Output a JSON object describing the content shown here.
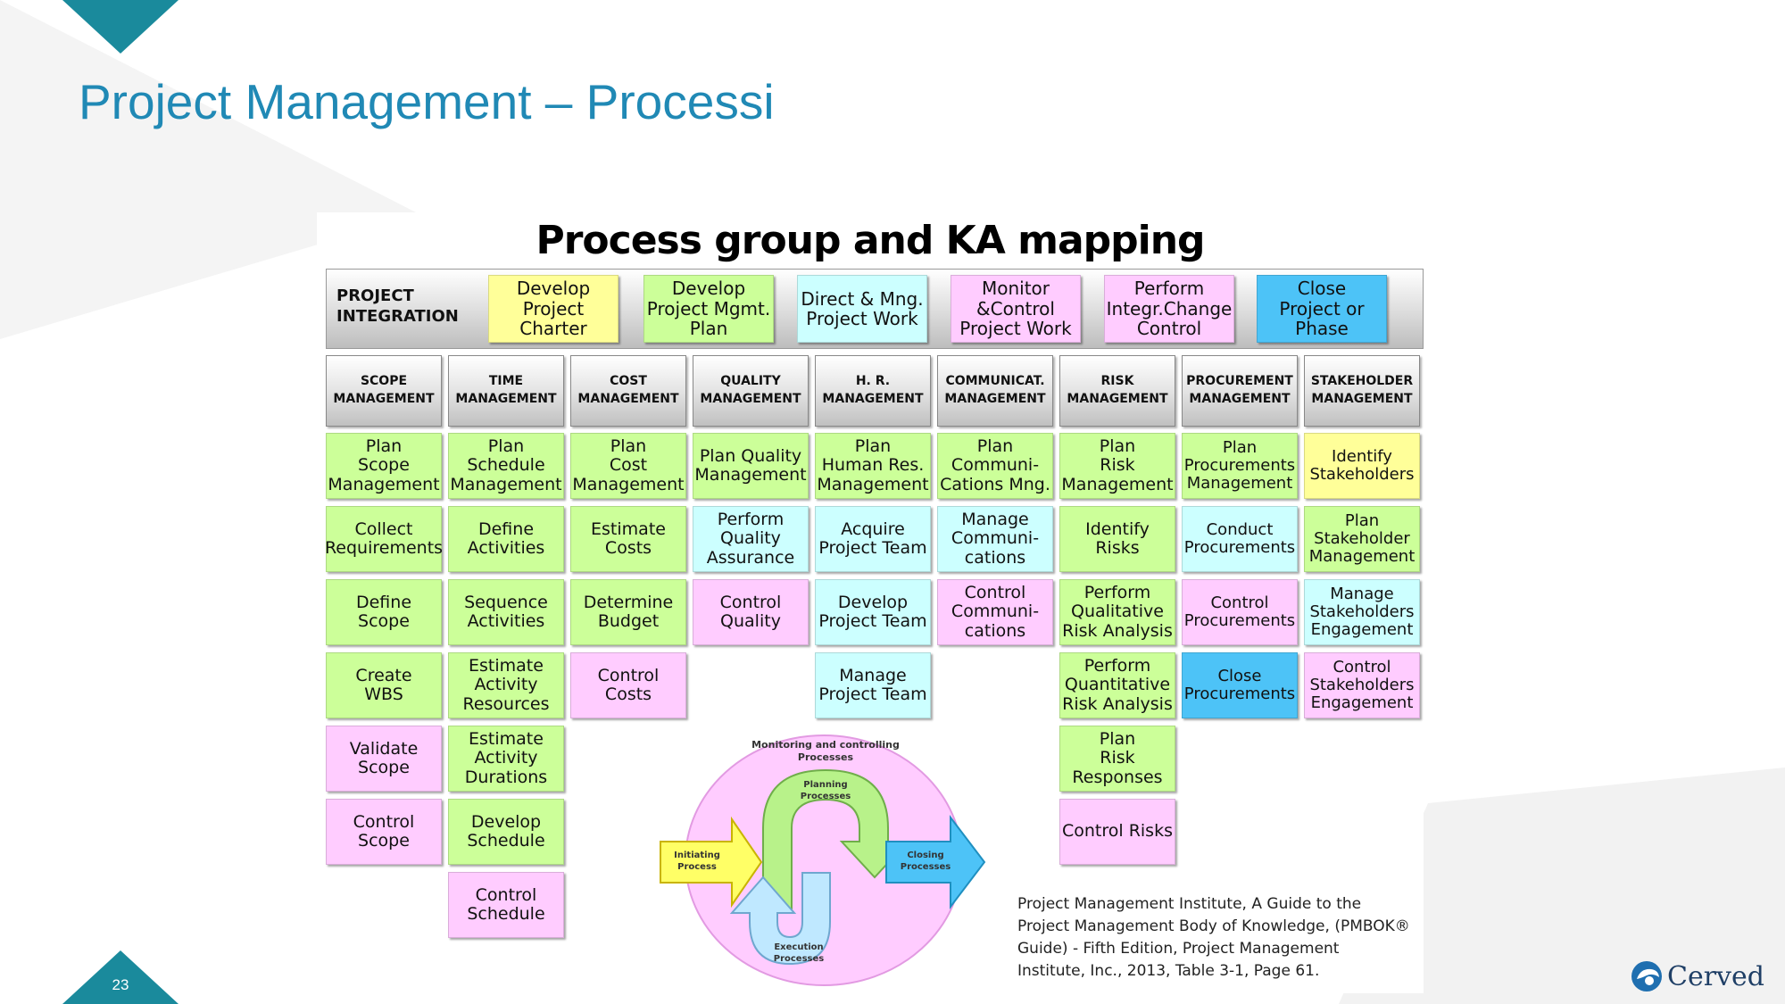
{
  "slide": {
    "title": "Project Management – Processi",
    "page_number": "23",
    "brand": "Cerved",
    "accent_color": "#1a8a9c",
    "title_color": "#2089b5"
  },
  "figure": {
    "title": "Process group and KA mapping",
    "integration": {
      "label": "PROJECT\nINTEGRATION",
      "items": [
        {
          "text": "Develop\nProject\nCharter",
          "color": "#ffff99"
        },
        {
          "text": "Develop\nProject Mgmt.\nPlan",
          "color": "#ccff99"
        },
        {
          "text": "Direct & Mng.\nProject Work",
          "color": "#ccffff"
        },
        {
          "text": "Monitor\n&Control\nProject Work",
          "color": "#ffccff"
        },
        {
          "text": "Perform\nIntegr.Change\nControl",
          "color": "#ffccff"
        },
        {
          "text": "Close\nProject or\nPhase",
          "color": "#4dc3f7"
        }
      ]
    },
    "knowledge_areas": [
      {
        "header": "SCOPE\nMANAGEMENT",
        "processes": [
          {
            "text": "Plan\nScope\nManagement",
            "color": "g"
          },
          {
            "text": "Collect\nRequirements",
            "color": "g"
          },
          {
            "text": "Define\nScope",
            "color": "g"
          },
          {
            "text": "Create\nWBS",
            "color": "g"
          },
          {
            "text": "Validate\nScope",
            "color": "p"
          },
          {
            "text": "Control\nScope",
            "color": "p"
          }
        ]
      },
      {
        "header": "TIME\nMANAGEMENT",
        "processes": [
          {
            "text": "Plan\nSchedule\nManagement",
            "color": "g"
          },
          {
            "text": "Define\nActivities",
            "color": "g"
          },
          {
            "text": "Sequence\nActivities",
            "color": "g"
          },
          {
            "text": "Estimate\nActivity\nResources",
            "color": "g"
          },
          {
            "text": "Estimate\nActivity\nDurations",
            "color": "g"
          },
          {
            "text": "Develop\nSchedule",
            "color": "g"
          },
          {
            "text": "Control\nSchedule",
            "color": "p"
          }
        ]
      },
      {
        "header": "COST\nMANAGEMENT",
        "processes": [
          {
            "text": "Plan\nCost\nManagement",
            "color": "g"
          },
          {
            "text": "Estimate\nCosts",
            "color": "g"
          },
          {
            "text": "Determine\nBudget",
            "color": "g"
          },
          {
            "text": "Control\nCosts",
            "color": "p"
          }
        ]
      },
      {
        "header": "QUALITY\nMANAGEMENT",
        "processes": [
          {
            "text": "Plan Quality\nManagement",
            "color": "g"
          },
          {
            "text": "Perform\nQuality\nAssurance",
            "color": "b"
          },
          {
            "text": "Control\nQuality",
            "color": "p"
          }
        ]
      },
      {
        "header": "H. R.\nMANAGEMENT",
        "processes": [
          {
            "text": "Plan\nHuman Res.\nManagement",
            "color": "g"
          },
          {
            "text": "Acquire\nProject Team",
            "color": "b"
          },
          {
            "text": "Develop\nProject Team",
            "color": "b"
          },
          {
            "text": "Manage\nProject Team",
            "color": "b"
          }
        ]
      },
      {
        "header": "COMMUNICAT.\nMANAGEMENT",
        "processes": [
          {
            "text": "Plan\nCommuni-\nCations Mng.",
            "color": "g"
          },
          {
            "text": "Manage\nCommuni-\ncations",
            "color": "b"
          },
          {
            "text": "Control\nCommuni-\ncations",
            "color": "p"
          }
        ]
      },
      {
        "header": "RISK\nMANAGEMENT",
        "processes": [
          {
            "text": "Plan\nRisk\nManagement",
            "color": "g"
          },
          {
            "text": "Identify\nRisks",
            "color": "g"
          },
          {
            "text": "Perform\nQualitative\nRisk Analysis",
            "color": "g"
          },
          {
            "text": "Perform\nQuantitative\nRisk Analysis",
            "color": "g"
          },
          {
            "text": "Plan\nRisk\nResponses",
            "color": "g"
          },
          {
            "text": "Control Risks",
            "color": "p"
          }
        ]
      },
      {
        "header": "PROCUREMENT\nMANAGEMENT",
        "processes": [
          {
            "text": "Plan\nProcurements\nManagement",
            "color": "g"
          },
          {
            "text": "Conduct\nProcurements",
            "color": "b"
          },
          {
            "text": "Control\nProcurements",
            "color": "p"
          },
          {
            "text": "Close\nProcurements",
            "color": "bl"
          }
        ]
      },
      {
        "header": "STAKEHOLDER\nMANAGEMENT",
        "processes": [
          {
            "text": "Identify\nStakeholders",
            "color": "y"
          },
          {
            "text": "Plan\nStakeholder\nManagement",
            "color": "g"
          },
          {
            "text": "Manage\nStakeholders\nEngagement",
            "color": "b"
          },
          {
            "text": "Control\nStakeholders\nEngagement",
            "color": "p"
          }
        ]
      }
    ],
    "cycle_diagram": {
      "monitoring": "Monitoring and controlling\nProcesses",
      "planning": "Planning\nProcesses",
      "initiating": "Initiating\nProcess",
      "closing": "Closing\nProcesses",
      "execution": "Execution\nProcesses"
    },
    "citation": "Project Management Institute, A Guide to the\nProject Management Body of Knowledge, (PMBOK®\nGuide) - Fifth Edition, Project Management\nInstitute, Inc., 2013, Table 3-1, Page 61."
  }
}
